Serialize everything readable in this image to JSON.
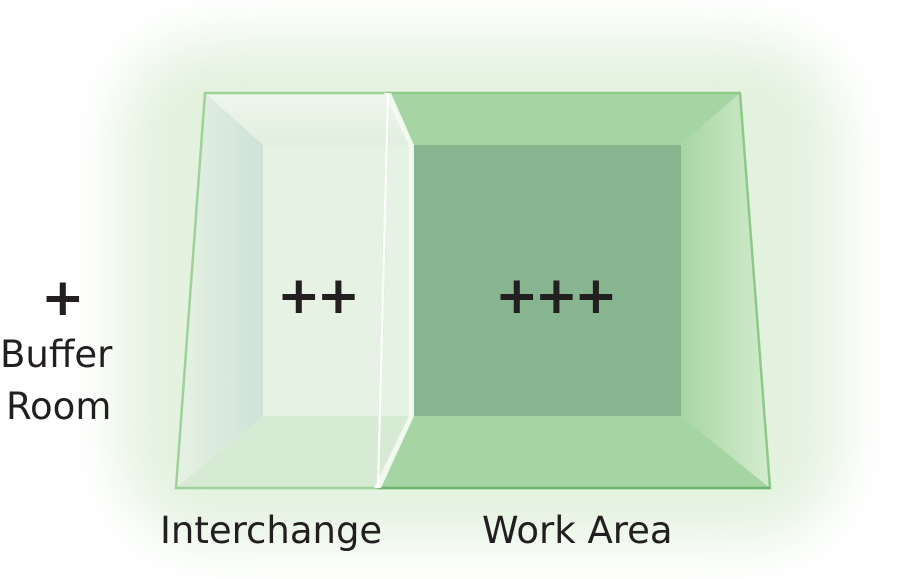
{
  "zones": {
    "buffer_room": {
      "level": "+",
      "name_line1": "Buffer",
      "name_line2": "Room"
    },
    "interchange": {
      "level": "++",
      "name": "Interchange"
    },
    "work_area": {
      "level": "+++",
      "name": "Work Area"
    }
  },
  "colors": {
    "glow": "#e3f2df",
    "interchange_light": "#e6f2e3",
    "interchange_side": "#d5e6dc",
    "interchange_floor": "#d7ead3",
    "work_area_back": "#86b590",
    "work_area_frame": "#a6d5a4",
    "work_area_right_wall": "#c9e7c3",
    "edge": "#9fd29b",
    "divider": "#f3faf1",
    "text": "#231f20"
  }
}
